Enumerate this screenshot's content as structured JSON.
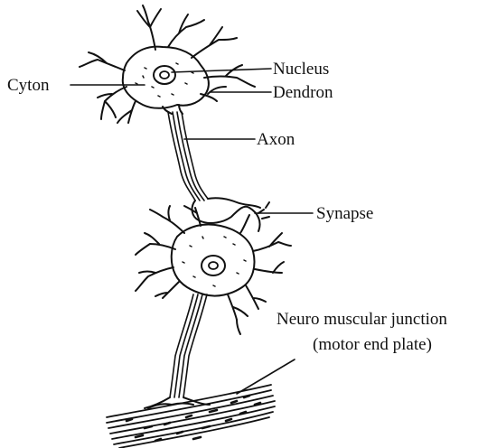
{
  "labels": {
    "cyton": "Cyton",
    "nucleus": "Nucleus",
    "dendron": "Dendron",
    "axon": "Axon",
    "synapse": "Synapse",
    "nmj_line1": "Neuro muscular junction",
    "nmj_line2": "(motor end plate)"
  },
  "colors": {
    "ink": "#111111",
    "background": "#ffffff"
  }
}
